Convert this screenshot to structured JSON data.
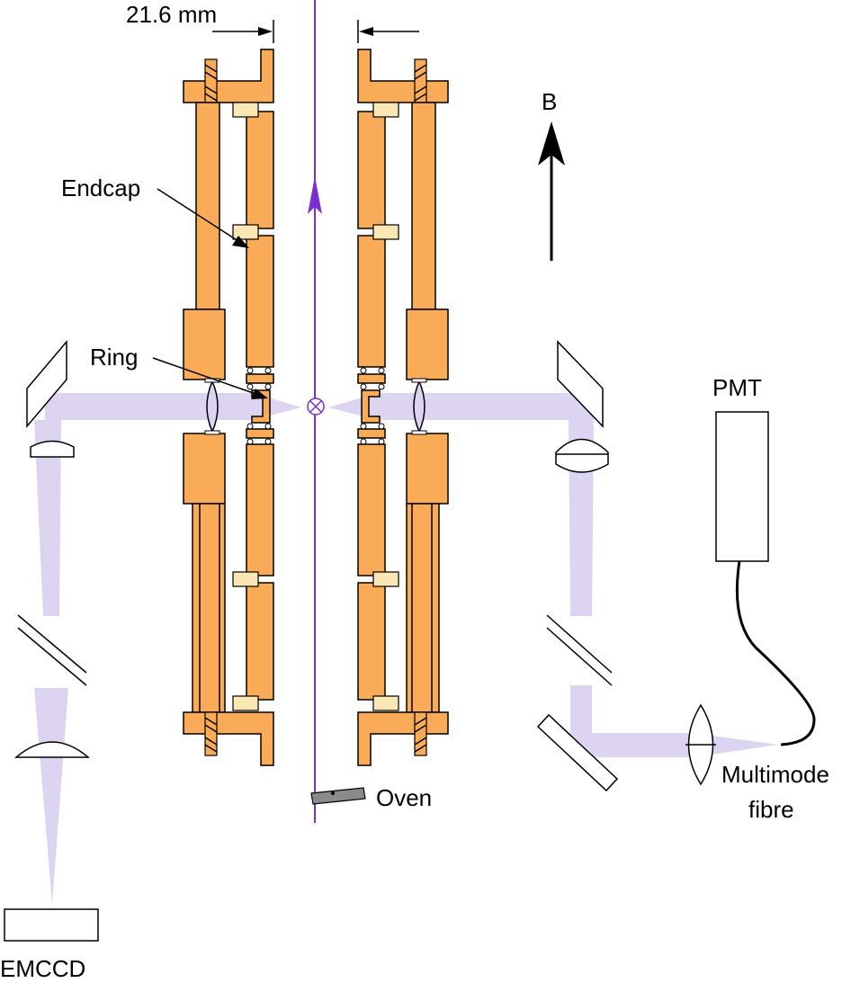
{
  "labels": {
    "dimension": "21.6 mm",
    "endcap": "Endcap",
    "ring": "Ring",
    "magnetic_field": "B",
    "pmt": "PMT",
    "oven": "Oven",
    "fibre_line1": "Multimode",
    "fibre_line2": "fibre",
    "camera": "EMCCD"
  },
  "colors": {
    "electrode": "#F9AB57",
    "spacer": "#FBE7B4",
    "light_beam": "#DCD4F0",
    "atom_beam": "#7B2FD0",
    "oven": "#8A8A8A"
  }
}
